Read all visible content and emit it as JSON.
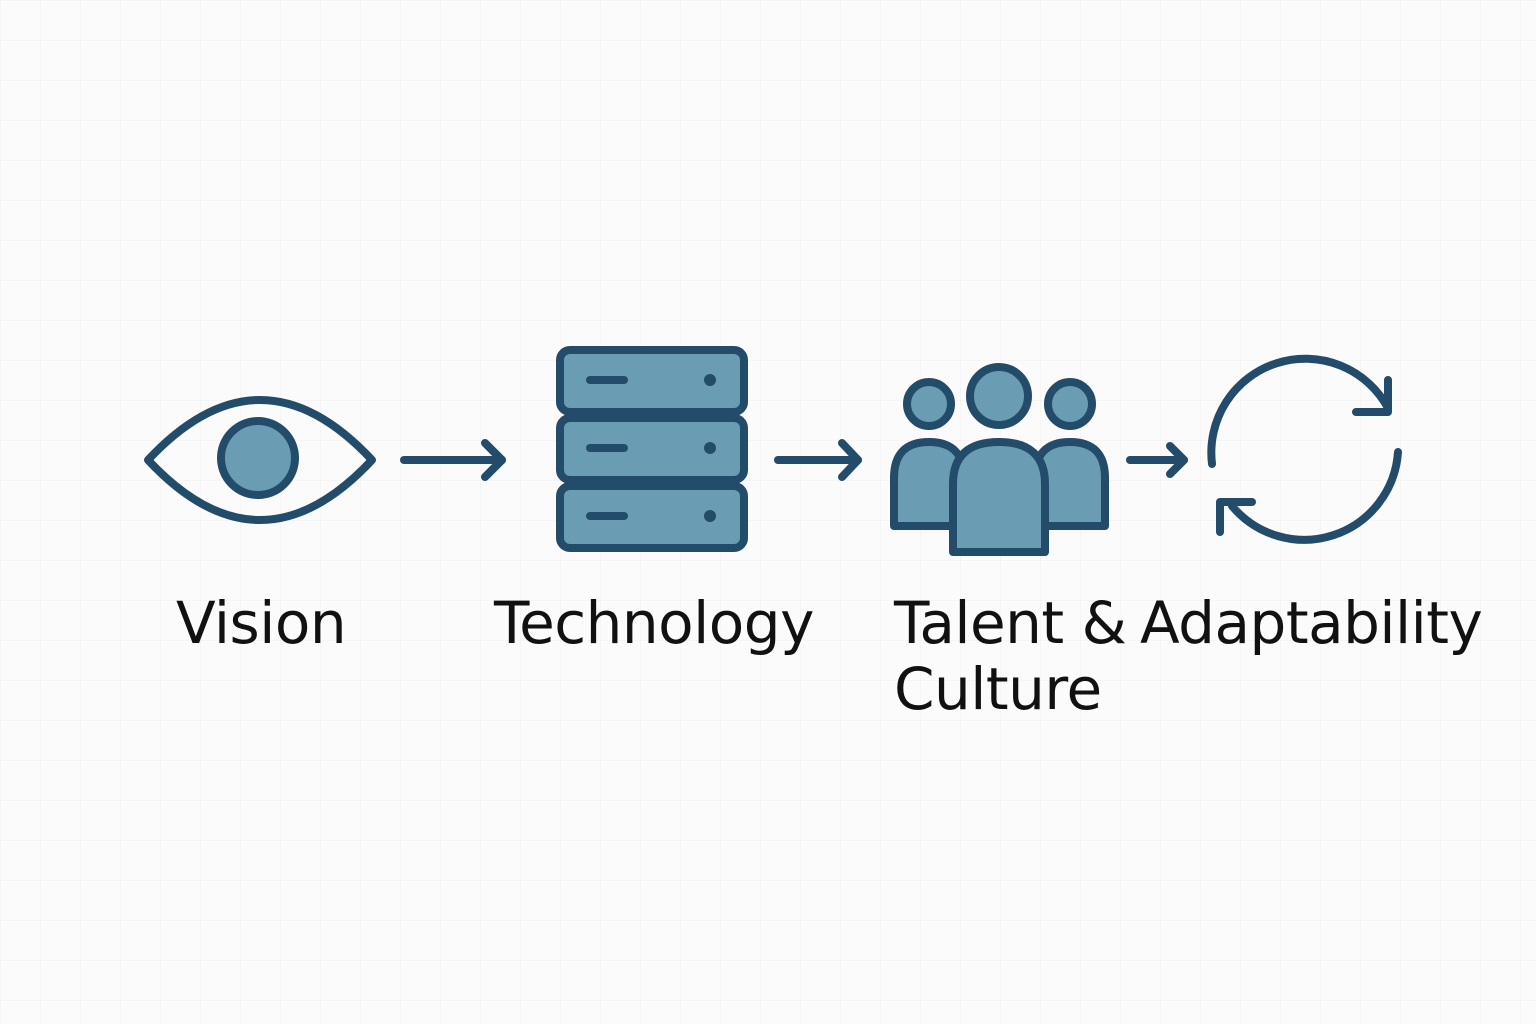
{
  "diagram": {
    "steps": [
      {
        "label": "Vision",
        "icon": "eye-icon"
      },
      {
        "label": "Technology",
        "icon": "server-icon"
      },
      {
        "label": "Talent &\nCulture",
        "icon": "people-icon"
      },
      {
        "label": "Adaptability",
        "icon": "refresh-icon"
      }
    ],
    "connectors": [
      "arrow-right-icon",
      "arrow-right-icon",
      "arrow-right-icon"
    ]
  },
  "colors": {
    "stroke": "#234b6a",
    "fill": "#6a9db3",
    "text": "#111111",
    "background": "#fbfbfb"
  }
}
